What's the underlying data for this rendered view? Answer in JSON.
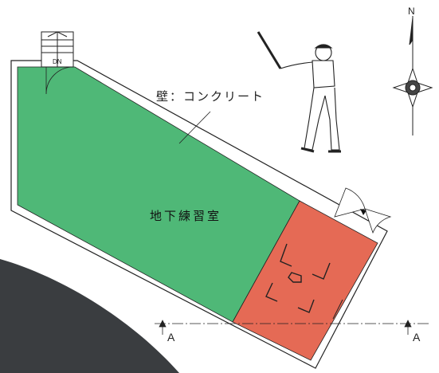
{
  "plan": {
    "wall_note": "壁：コンクリート",
    "room_label": "地下練習室",
    "stair_label": "DN",
    "section_mark_left": "A",
    "section_mark_right": "A",
    "compass_north": "N"
  },
  "colors": {
    "practice_area": "#4fb877",
    "batting_area": "#e56a55",
    "wall_line": "#222222",
    "dark_shape": "#3a3d40",
    "background": "#ffffff"
  },
  "icons": [
    "batter-illustration",
    "compass-rose-icon",
    "north-arrow-icon"
  ]
}
